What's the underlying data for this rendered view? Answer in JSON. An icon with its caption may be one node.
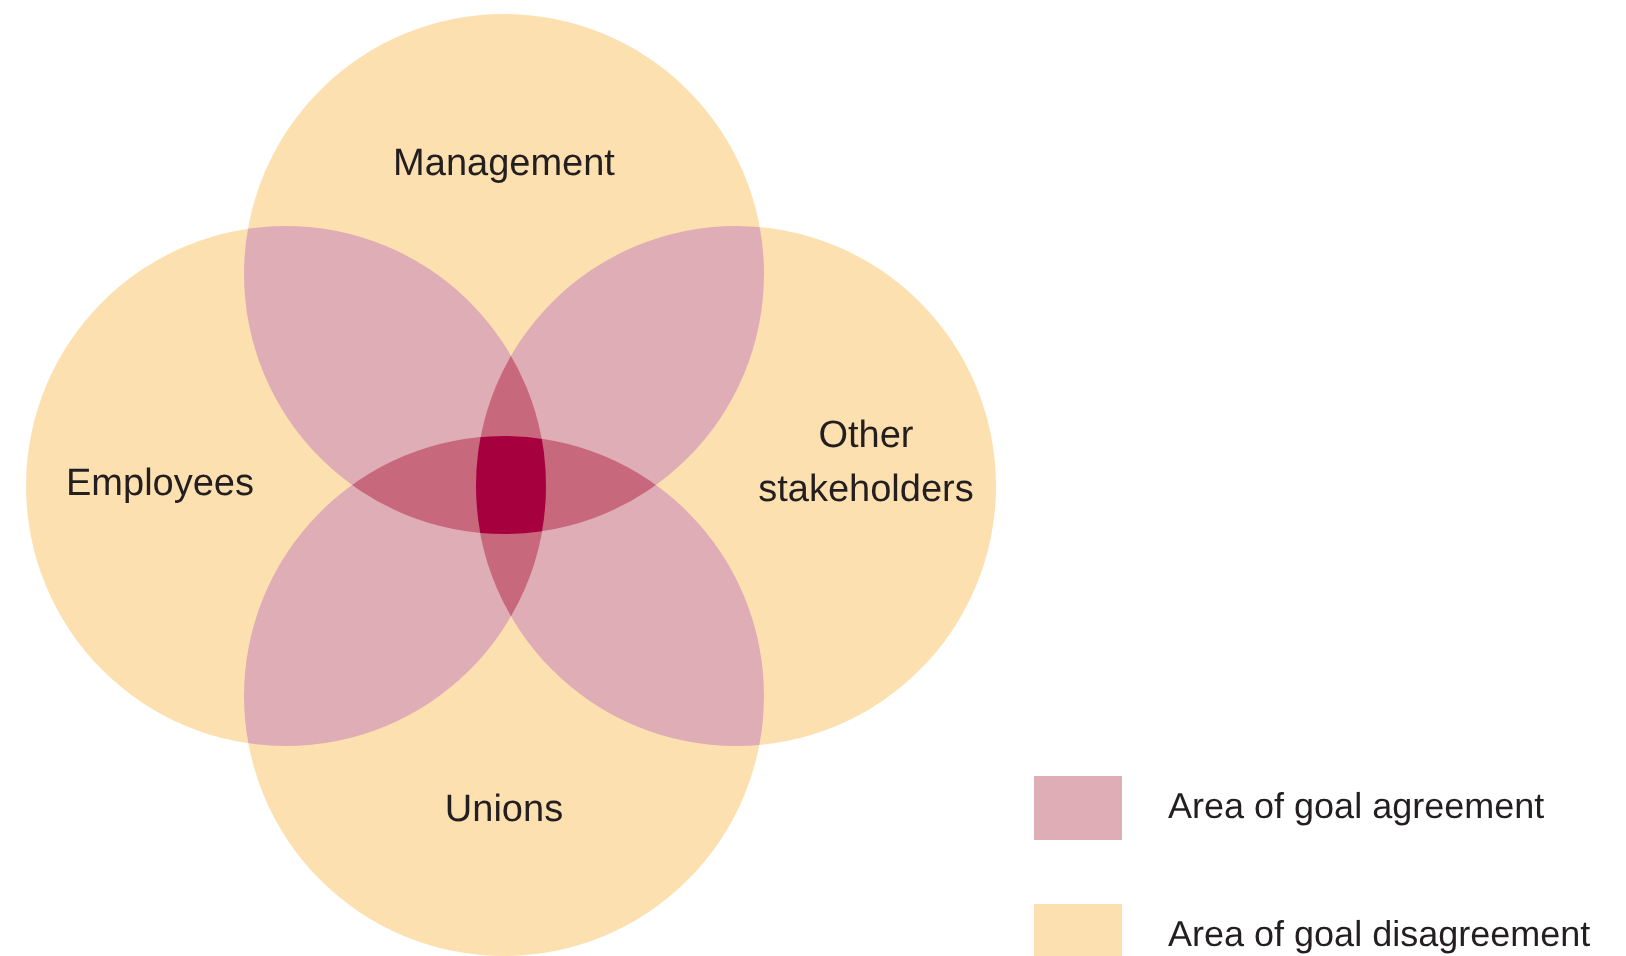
{
  "diagram": {
    "nodes": [
      {
        "text": [
          "Management"
        ]
      },
      {
        "text": [
          "Employees"
        ]
      },
      {
        "text": [
          "Other stakeholders"
        ]
      },
      {
        "text": [
          "Unions"
        ]
      }
    ],
    "legend": [
      {
        "text": "Area of goal agreement",
        "color": "#dfadb6"
      },
      {
        "text": "Area of goal disagreement",
        "color": "#fde0b0"
      }
    ]
  }
}
